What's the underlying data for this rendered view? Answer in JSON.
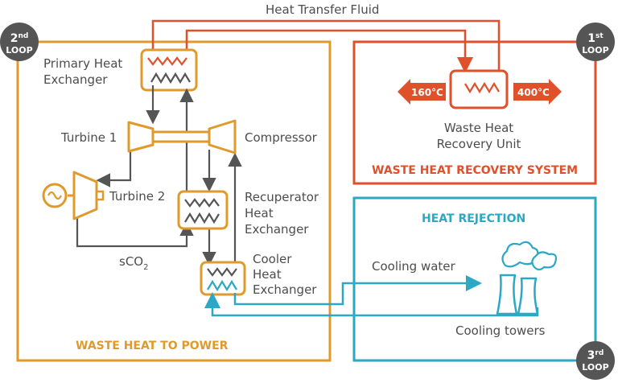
{
  "colors": {
    "orange": "#e09a2c",
    "red": "#e0502a",
    "blue": "#2aa8c4",
    "grey": "#555555",
    "badge": "#555555"
  },
  "labels": {
    "heat_transfer_fluid": "Heat Transfer Fluid",
    "primary_hx": [
      "Primary Heat",
      "Exchanger"
    ],
    "turbine1": "Turbine 1",
    "compressor": "Compressor",
    "turbine2": "Turbine 2",
    "recuperator": [
      "Recuperator",
      "Heat",
      "Exchanger"
    ],
    "cooler": [
      "Cooler",
      "Heat",
      "Exchanger"
    ],
    "sco2_main": "sCO",
    "sco2_sub": "2",
    "waste_heat_unit": [
      "Waste Heat",
      "Recovery Unit"
    ],
    "cooling_water": "Cooling water",
    "cooling_towers": "Cooling towers"
  },
  "sections": {
    "waste_heat_to_power": "WASTE HEAT TO POWER",
    "waste_heat_recovery": "WASTE HEAT RECOVERY SYSTEM",
    "heat_rejection": "HEAT REJECTION"
  },
  "temps": {
    "out": "160°C",
    "in": "400°C"
  },
  "loops": {
    "first": {
      "num": "1",
      "sup": "st",
      "word": "LOOP"
    },
    "second": {
      "num": "2",
      "sup": "nd",
      "word": "LOOP"
    },
    "third": {
      "num": "3",
      "sup": "rd",
      "word": "LOOP"
    }
  },
  "icons": {
    "generator": "generator-icon",
    "cooling_tower": "cooling-tower-icon"
  }
}
